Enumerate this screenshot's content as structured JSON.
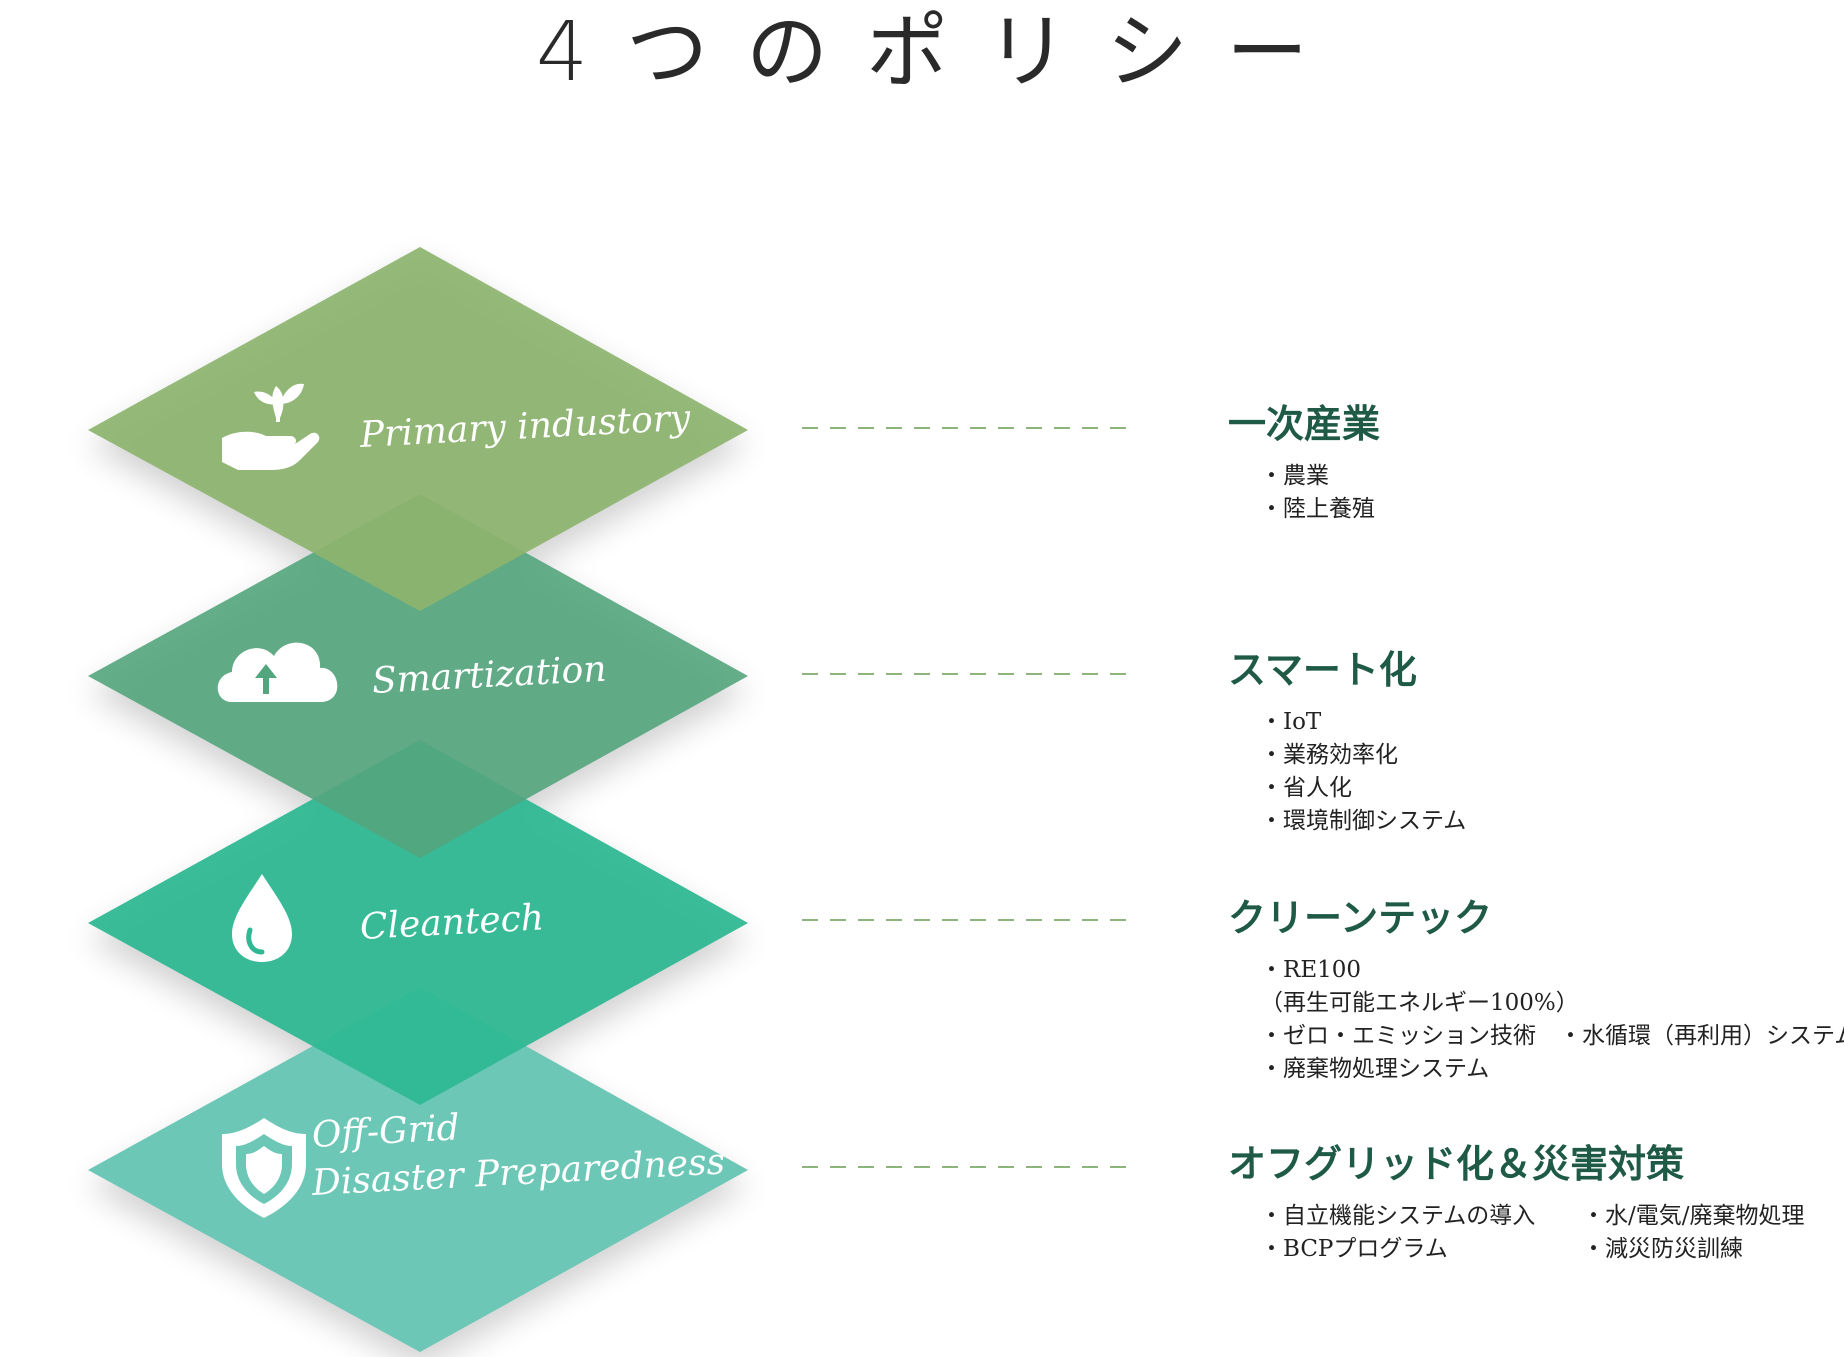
{
  "title": "4つのポリシー",
  "colors": {
    "title": "#2a2a2a",
    "heading": "#1f5a46",
    "dash_line": "#8cb57c",
    "layer_primary": "#8db46e",
    "layer_smartization": "#53a57d",
    "layer_cleantech": "#2fb893",
    "layer_offgrid": "#6dc7b6"
  },
  "layers": [
    {
      "label": "Primary industory",
      "icon": "hand-sprout-icon",
      "heading": "一次産業",
      "items": [
        "・農業",
        "・陸上養殖"
      ]
    },
    {
      "label": "Smartization",
      "icon": "cloud-upload-icon",
      "heading": "スマート化",
      "items": [
        "・IoT",
        "・業務効率化",
        "・省人化",
        "・環境制御システム"
      ]
    },
    {
      "label": "Cleantech",
      "icon": "water-drop-icon",
      "heading": "クリーンテック",
      "items": [
        "・RE100",
        "（再生可能エネルギー100%）",
        "・ゼロ・エミッション技術　・水循環（再利用）システム",
        "・廃棄物処理システム"
      ]
    },
    {
      "label_line1": "Off-Grid",
      "label_line2": "Disaster Preparedness",
      "icon": "shield-icon",
      "heading": "オフグリッド化＆災害対策",
      "items": [
        "・自立機能システムの導入",
        "・水/電気/廃棄物処理",
        "・BCPプログラム",
        "・減災防災訓練"
      ]
    }
  ]
}
